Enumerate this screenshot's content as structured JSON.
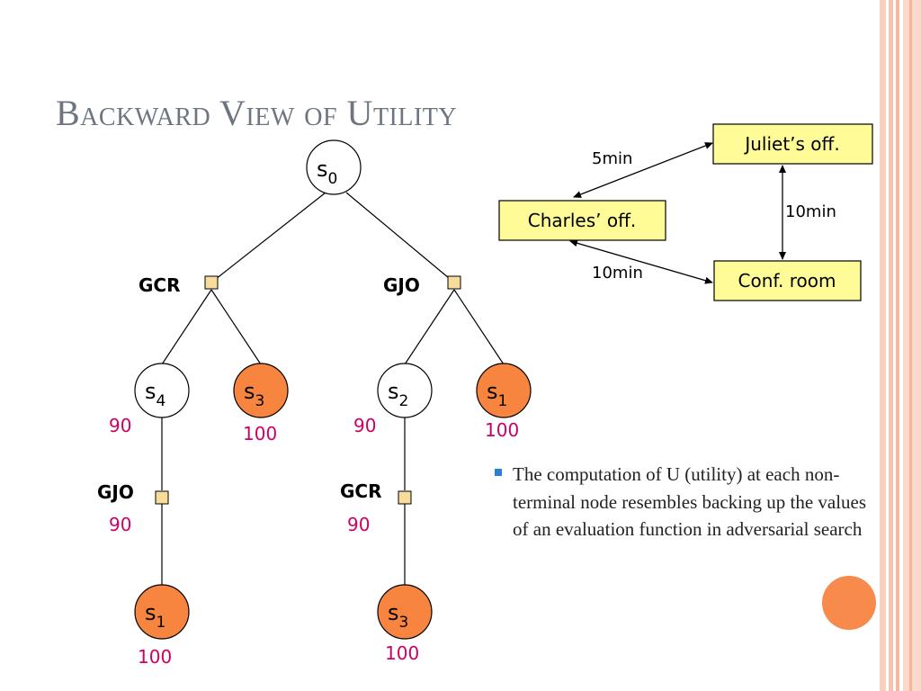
{
  "slide": {
    "title": "Backward View of Utility",
    "bullet": "The computation of U (utility) at each non-terminal node resembles backing up the values of an evaluation function in adversarial search"
  },
  "colors": {
    "terminal_node": "#f7843f",
    "nonterminal_node": "#ffffff",
    "action_square": "#f7dc9b",
    "location_box": "#fffc97",
    "utility_text": "#cc0066",
    "title_text": "#6d7680",
    "stripe": "#f8c3ae",
    "bullet_marker": "#2a7fd4"
  },
  "tree": {
    "nodes": {
      "root": {
        "label": "s",
        "sub": "0"
      },
      "left_s4": {
        "label": "s",
        "sub": "4",
        "utility": "90"
      },
      "left_s3": {
        "label": "s",
        "sub": "3",
        "utility": "100"
      },
      "right_s2": {
        "label": "s",
        "sub": "2",
        "utility": "90"
      },
      "right_s1": {
        "label": "s",
        "sub": "1",
        "utility": "100"
      },
      "left_leaf_s1": {
        "label": "s",
        "sub": "1",
        "utility": "100"
      },
      "right_leaf_s3": {
        "label": "s",
        "sub": "3",
        "utility": "100"
      }
    },
    "actions": {
      "root_left": {
        "label": "GCR"
      },
      "root_right": {
        "label": "GJO"
      },
      "s4_action": {
        "label": "GJO",
        "utility": "90"
      },
      "s2_action": {
        "label": "GCR",
        "utility": "90"
      }
    }
  },
  "map": {
    "locations": {
      "juliet": "Juliet’s off.",
      "charles": "Charles’ off.",
      "conf": "Conf. room"
    },
    "edges": {
      "charles_juliet": "5min",
      "juliet_conf": "10min",
      "charles_conf": "10min"
    }
  }
}
